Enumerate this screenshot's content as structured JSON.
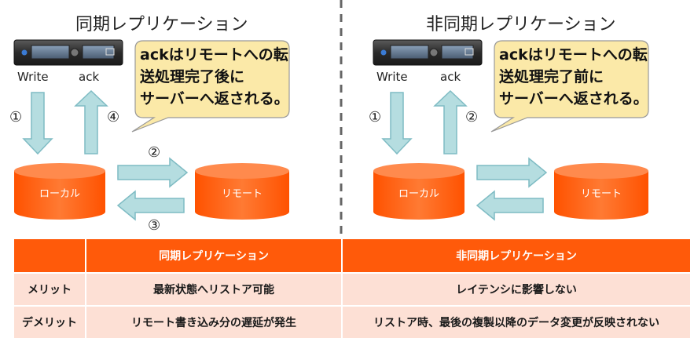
{
  "sync": {
    "title": "同期レプリケーション",
    "write_label": "Write",
    "ack_label": "ack",
    "step1": "①",
    "step2": "②",
    "step3": "③",
    "step4": "④",
    "local_label": "ローカル",
    "remote_label": "リモート",
    "bubble_line1": "ackはリモートへの転",
    "bubble_line2": "送処理完了後に",
    "bubble_line3": "サーバーへ返される。"
  },
  "async": {
    "title": "非同期レプリケーション",
    "write_label": "Write",
    "ack_label": "ack",
    "step1": "①",
    "step2": "②",
    "local_label": "ローカル",
    "remote_label": "リモート",
    "bubble_line1": "ackはリモートへの転",
    "bubble_line2": "送処理完了前に",
    "bubble_line3": "サーバーへ返される。"
  },
  "table": {
    "headers": [
      "",
      "同期レプリケーション",
      "非同期レプリケーション"
    ],
    "rows": [
      {
        "label": "メリット",
        "sync": "最新状態へリストア可能",
        "async": "レイテンシに影響しない"
      },
      {
        "label": "デメリット",
        "sync": "リモート書き込み分の遅延が発生",
        "async": "リストア時、最後の複製以降のデータ変更が反映されない"
      }
    ]
  },
  "colors": {
    "accent": "#ff5a0a",
    "arrow_fill": "#b5dde0",
    "arrow_stroke": "#7fbcc4",
    "bubble_fill": "#fbe9a8",
    "table_row": "#fde0d5"
  },
  "icons": [
    "server-icon",
    "database-icon",
    "callout-bubble"
  ]
}
